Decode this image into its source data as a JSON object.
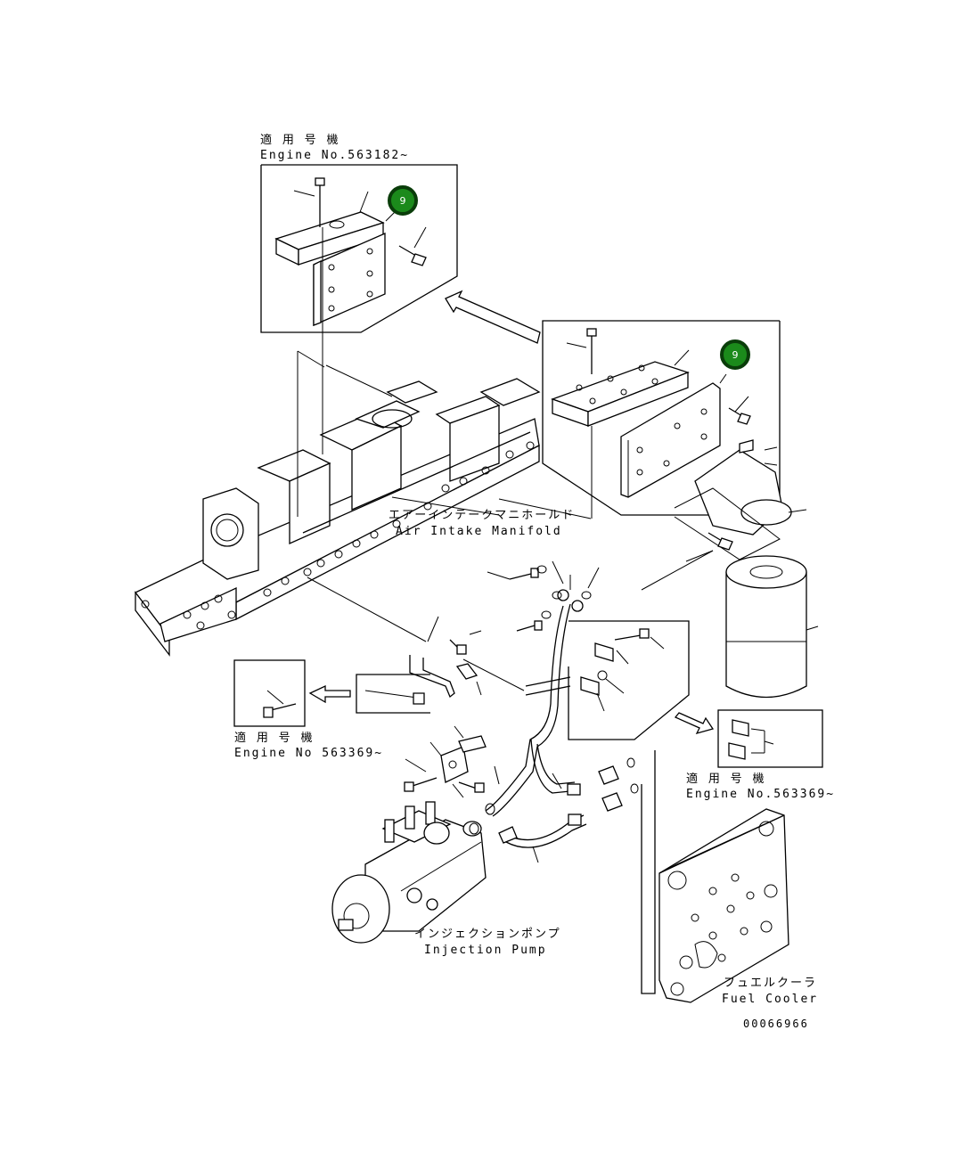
{
  "labels": {
    "top_applicable_jp": "適 用 号 機",
    "top_engine": "Engine No.563182~",
    "manifold_jp": "エアーインテークマニホールド",
    "manifold_en": "Air Intake Manifold",
    "left_applicable_jp": "適 用 号 機",
    "left_engine": "Engine No 563369~",
    "right_applicable_jp": "適 用 号 機",
    "right_engine": "Engine No.563369~",
    "pump_jp": "インジェクションポンプ",
    "pump_en": "Injection Pump",
    "cooler_jp": "フュエルクーラ",
    "cooler_en": "Fuel Cooler",
    "drawing_no": "00066966"
  },
  "callouts": [
    {
      "id": "callout-top",
      "number": "9"
    },
    {
      "id": "callout-right",
      "number": "9"
    }
  ],
  "colors": {
    "callout_fill": "#1b8a1b",
    "callout_ring": "#0a3d0a",
    "ink": "#000000"
  }
}
